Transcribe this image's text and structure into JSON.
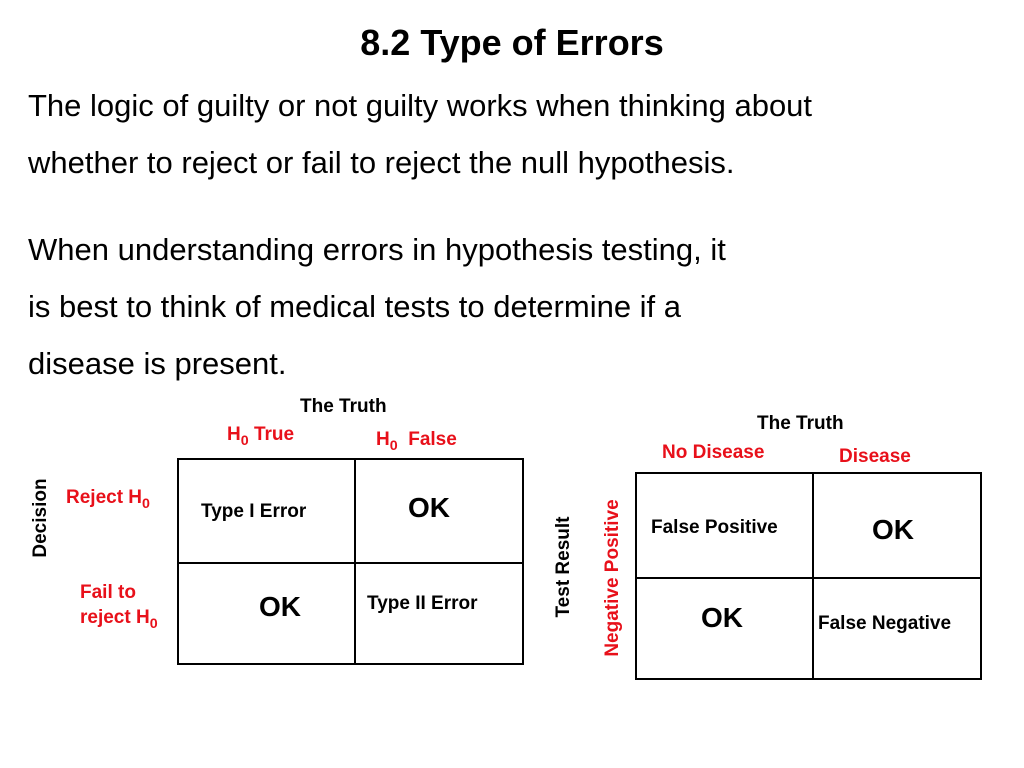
{
  "title": "8.2 Type of Errors",
  "paragraph1": [
    "The logic of guilty or not guilty works when thinking about",
    "whether to reject or fail to reject the null hypothesis."
  ],
  "paragraph2": [
    "When understanding errors in hypothesis testing, it",
    "is best to think of medical tests to determine if a",
    "disease is present."
  ],
  "table_left": {
    "truth_label": "The Truth",
    "col1_h": "H",
    "col1_sub": "0",
    "col1_word": "True",
    "col2_h": "H",
    "col2_sub": "0",
    "col2_word": "False",
    "decision_label": "Decision",
    "row1_prefix": "Reject  H",
    "row1_sub": "0",
    "row2_line1": "Fail to",
    "row2_prefix": "reject H",
    "row2_sub": "0",
    "cell_r1c1": "Type I  Error",
    "cell_r1c2": "OK",
    "cell_r2c1": "OK",
    "cell_r2c2": "Type II Error"
  },
  "table_right": {
    "truth_label": "The Truth",
    "col1": "No Disease",
    "col2": "Disease",
    "test_result_label": "Test Result",
    "row_labels": "Negative Positive",
    "cell_r1c1": "False Positive",
    "cell_r1c2": "OK",
    "cell_r2c1": "OK",
    "cell_r2c2": "False Negative"
  },
  "colors": {
    "label_red": "#e8101a",
    "text": "#000000"
  }
}
